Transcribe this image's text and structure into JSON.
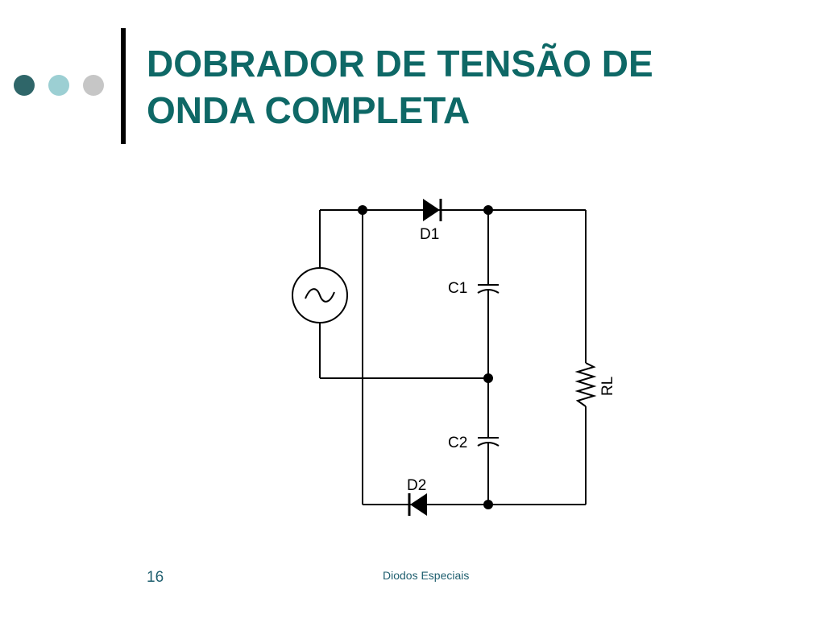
{
  "colors": {
    "title": "#0e6866",
    "bar": "#000000",
    "dot_dark": "#2f6669",
    "dot_mid": "#9ccfd3",
    "dot_light": "#c6c6c6"
  },
  "title": {
    "line1": "DOBRADOR DE TENSÃO DE",
    "line2": "ONDA COMPLETA"
  },
  "diagram": {
    "labels": {
      "d1": "D1",
      "d2": "D2",
      "c1": "C1",
      "c2": "C2",
      "rl": "RL"
    },
    "source_icon": "ac-source-icon"
  },
  "footer": {
    "slide_number": "16",
    "text": "Diodos Especiais"
  }
}
